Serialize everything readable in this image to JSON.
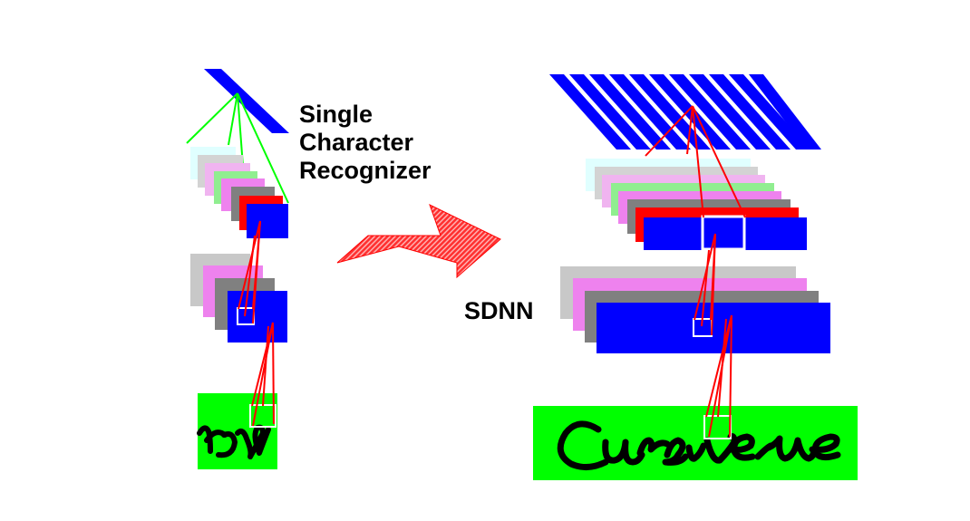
{
  "labels": {
    "single_character_recognizer": [
      "Single",
      "Character",
      "Recognizer"
    ],
    "sdnn": "SDNN"
  },
  "inputs": {
    "left_fragment_text": "rsi",
    "right_word": "Cursive"
  },
  "colors": {
    "blue": "#0000ff",
    "red": "#ff0000",
    "green": "#00ff00",
    "bright_green_bg": "#00ff00",
    "light_cyan": "#e0ffff",
    "light_gray": "#c8c8c8",
    "light_pink": "#f0b4f0",
    "violet": "#ee82ee",
    "light_green": "#90ee90",
    "gray": "#808080",
    "arrow_red": "#ff2020"
  }
}
